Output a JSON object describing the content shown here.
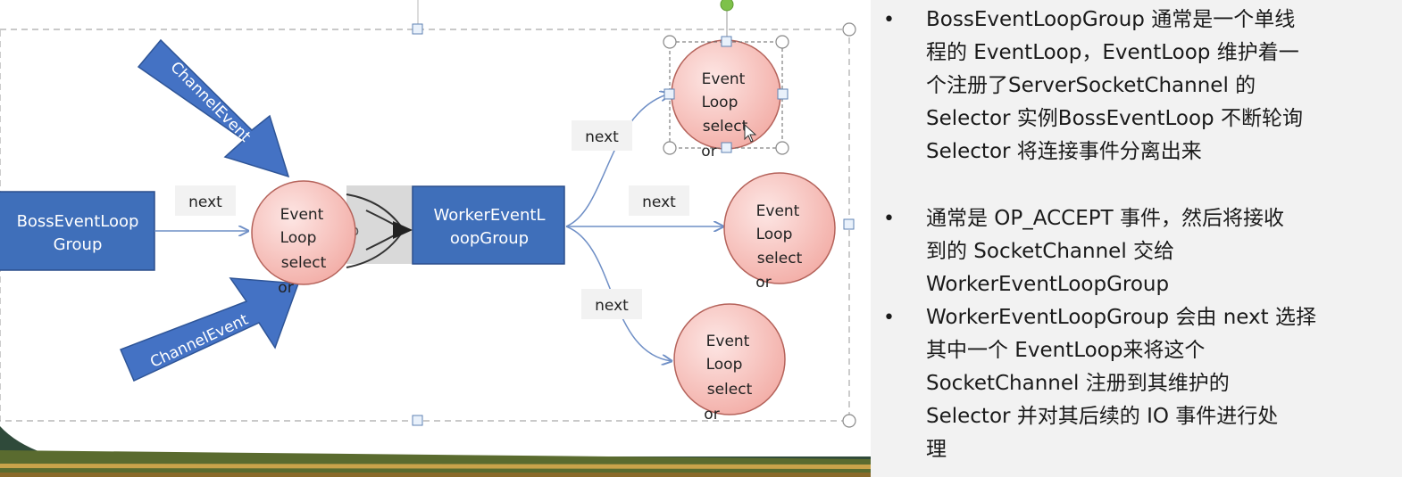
{
  "diagram": {
    "boss_group_label": [
      "BossEventLoop",
      "Group"
    ],
    "worker_group_label": [
      "WorkerEventL",
      "oopGroup"
    ],
    "event_loop_label": [
      "Event",
      "Loop",
      "select",
      "or"
    ],
    "next_labels": [
      "next",
      "next",
      "next",
      "next"
    ],
    "channel_event_labels": [
      "ChannelEvent",
      "ChannelEvent"
    ],
    "pipe_fragment": "p"
  },
  "notes": {
    "bullets": [
      [
        "BossEventLoopGroup 通常是一个单线",
        "程的 EventLoop，EventLoop 维护着一",
        "个注册了ServerSocketChannel 的",
        "Selector 实例BossEventLoop 不断轮询",
        "Selector 将连接事件分离出来"
      ],
      [
        "通常是 OP_ACCEPT 事件，然后将接收",
        "到的 SocketChannel 交给",
        "WorkerEventLoopGroup"
      ],
      [
        "WorkerEventLoopGroup 会由 next 选择",
        "其中一个 EventLoop来将这个",
        "SocketChannel 注册到其维护的",
        "Selector 并对其后续的 IO 事件进行处",
        "理"
      ]
    ]
  },
  "colors": {
    "group_box_fill": "#3f6fba",
    "group_box_stroke": "#2c4f8c",
    "event_loop_fill": "#f4b8b3",
    "event_loop_stroke": "#b5635b",
    "block_arrow_fill": "#4472c4",
    "connector": "#6f8fc6",
    "panel_bg": "#f2f2f2"
  }
}
